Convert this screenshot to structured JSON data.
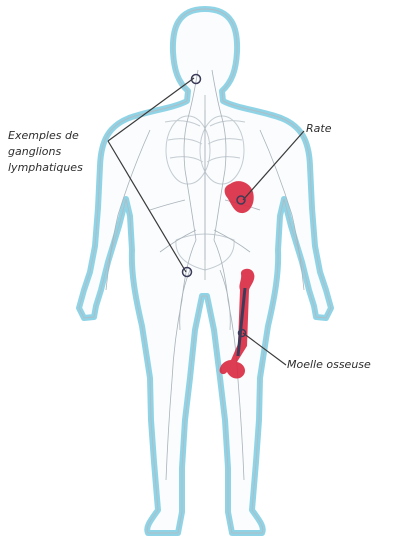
{
  "labels": {
    "lymph_nodes_line1": "Exemples de",
    "lymph_nodes_line2": "ganglions",
    "lymph_nodes_line3": "lymphatiques",
    "spleen": "Rate",
    "bone_marrow": "Moelle osseuse"
  },
  "colors": {
    "body_outline": "#8fd4e6",
    "body_edge": "#b0bcc4",
    "organ": "#d9283f",
    "marker": "#3c3c5a",
    "leader_line": "#3a3a3a",
    "lymph_vessels": "#a9b3ba"
  }
}
